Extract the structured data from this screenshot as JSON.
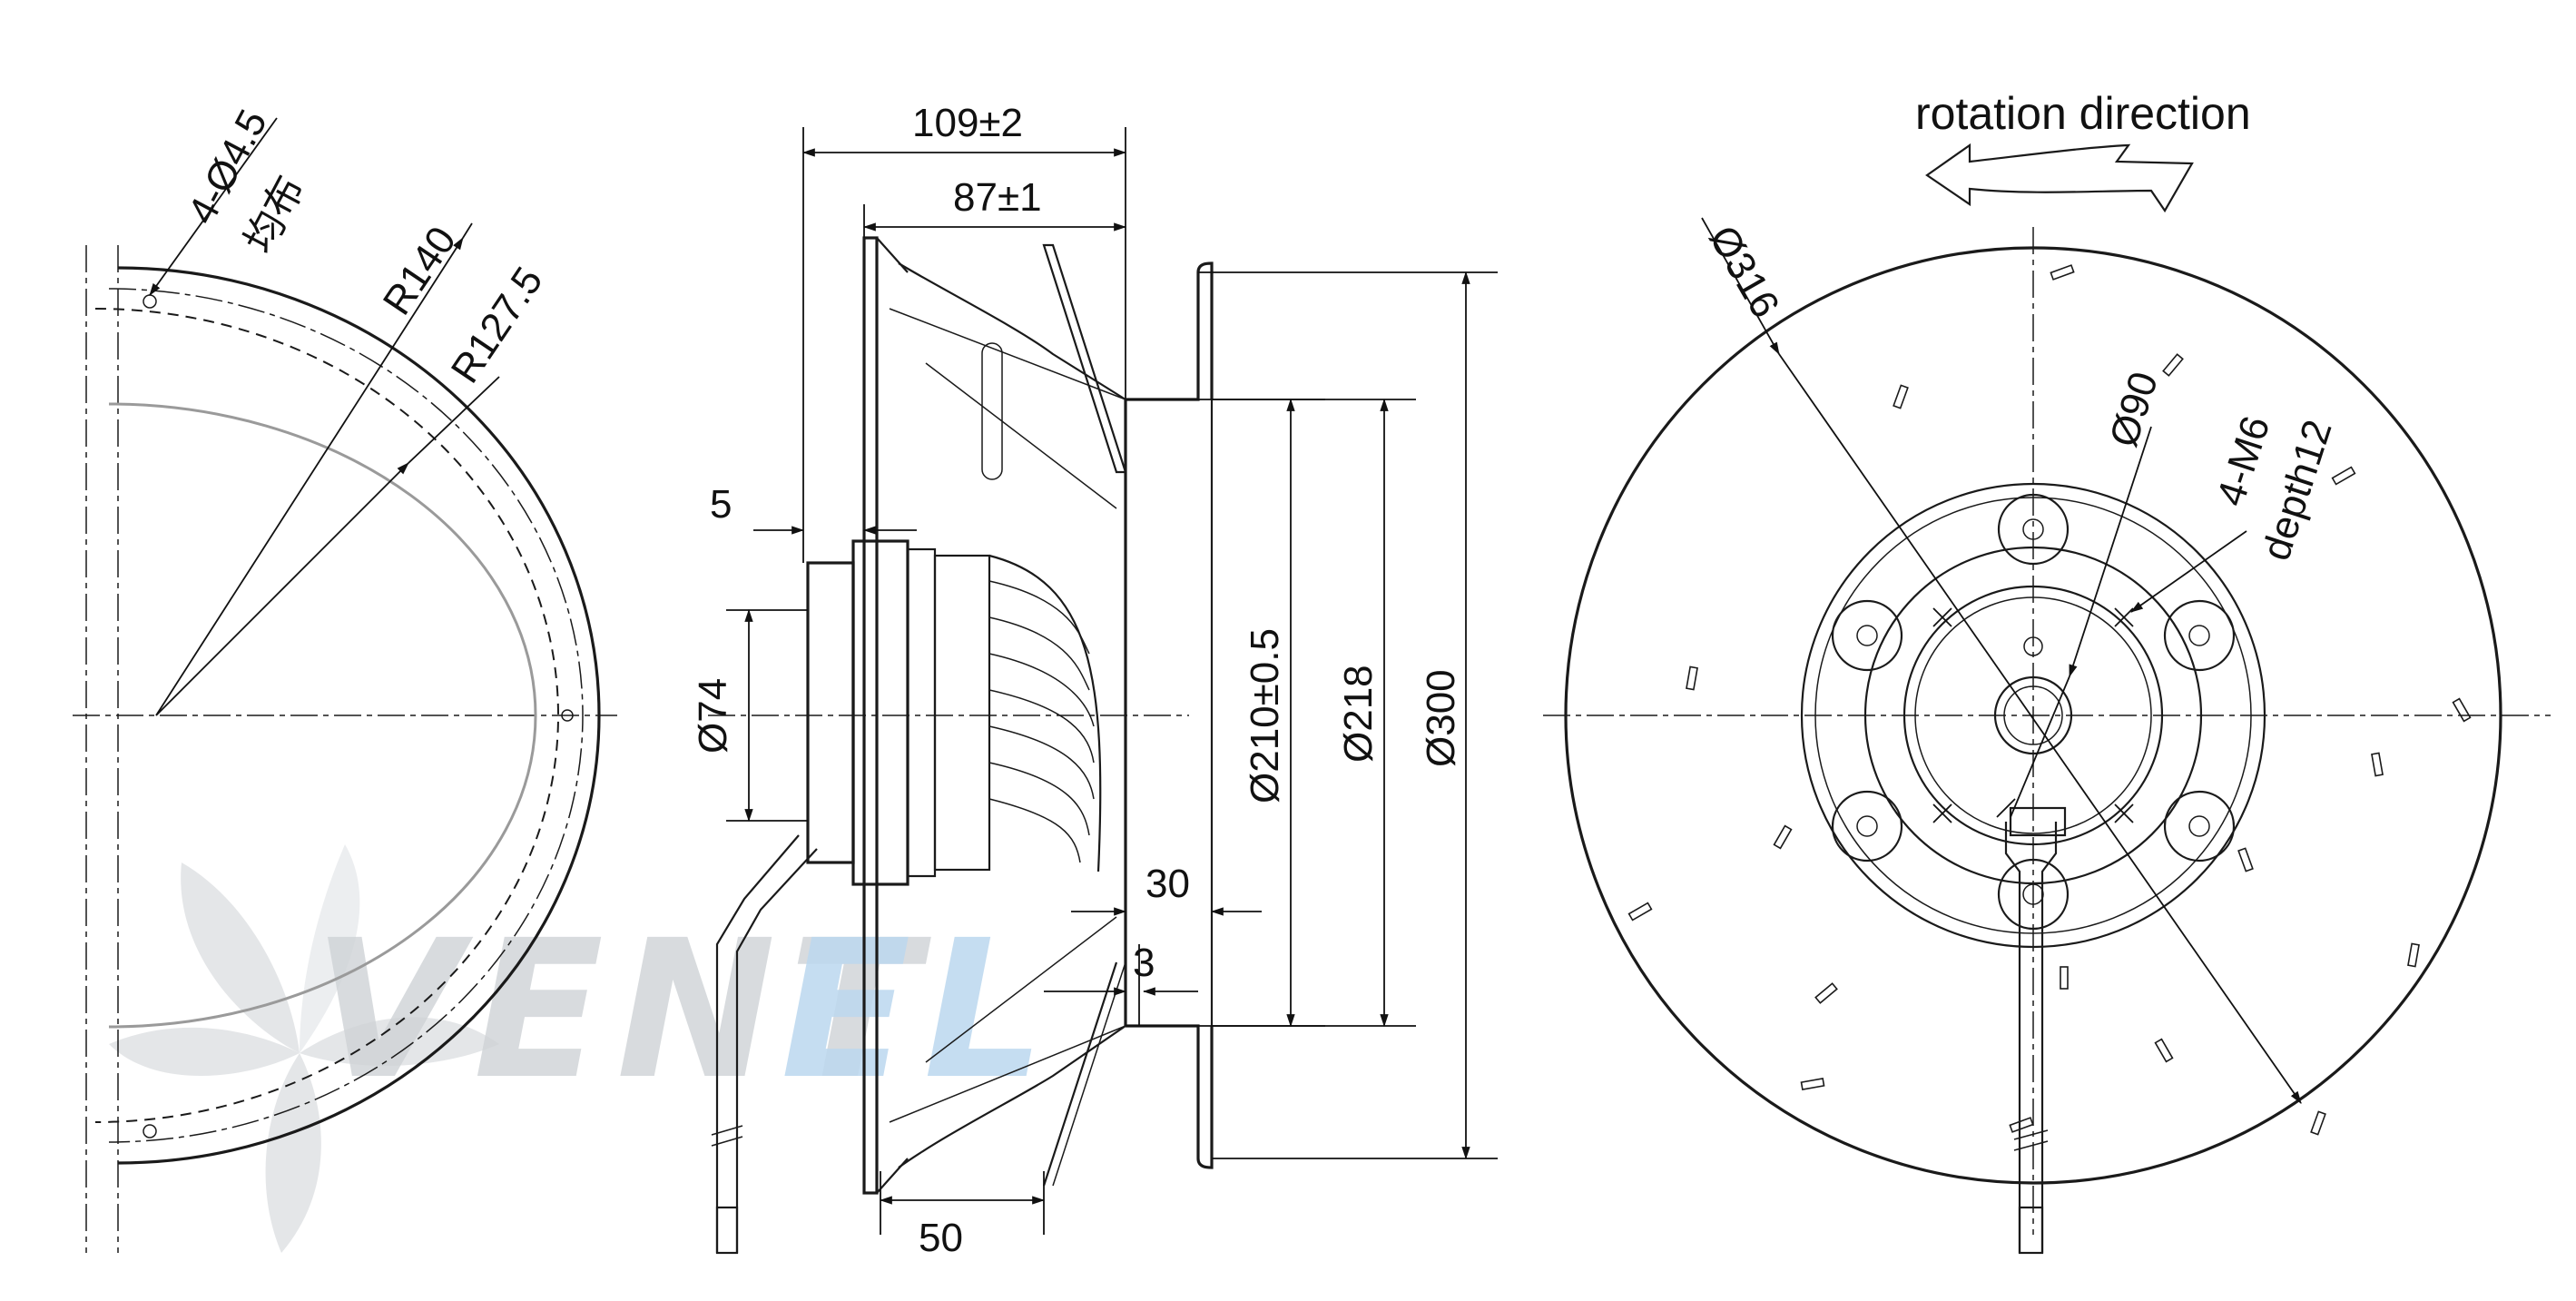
{
  "watermark": {
    "part1": "VENT",
    "part2": "EL",
    "gray": "#cfd3d6",
    "blue": "#bcd8ef"
  },
  "left_view": {
    "holes": "4-Ø4.5",
    "holes_note": "均布",
    "r_outer": "R140",
    "r_inner": "R127.5"
  },
  "side_view": {
    "overall_length": "109±2",
    "body_length": "87±1",
    "flange": "5",
    "hub_dia": "Ø74",
    "ring_offset": "30",
    "ring_gap": "3",
    "bracket": "50",
    "inlet_dia": "Ø210±0.5",
    "ring_dia": "Ø218",
    "impeller_dia": "Ø300"
  },
  "front_view": {
    "rotation_label": "rotation direction",
    "outer_dia": "Ø316",
    "hub_dia": "Ø90",
    "threads": "4-M6",
    "thread_depth": "depth12"
  },
  "colors": {
    "line": "#1a1a1a"
  }
}
